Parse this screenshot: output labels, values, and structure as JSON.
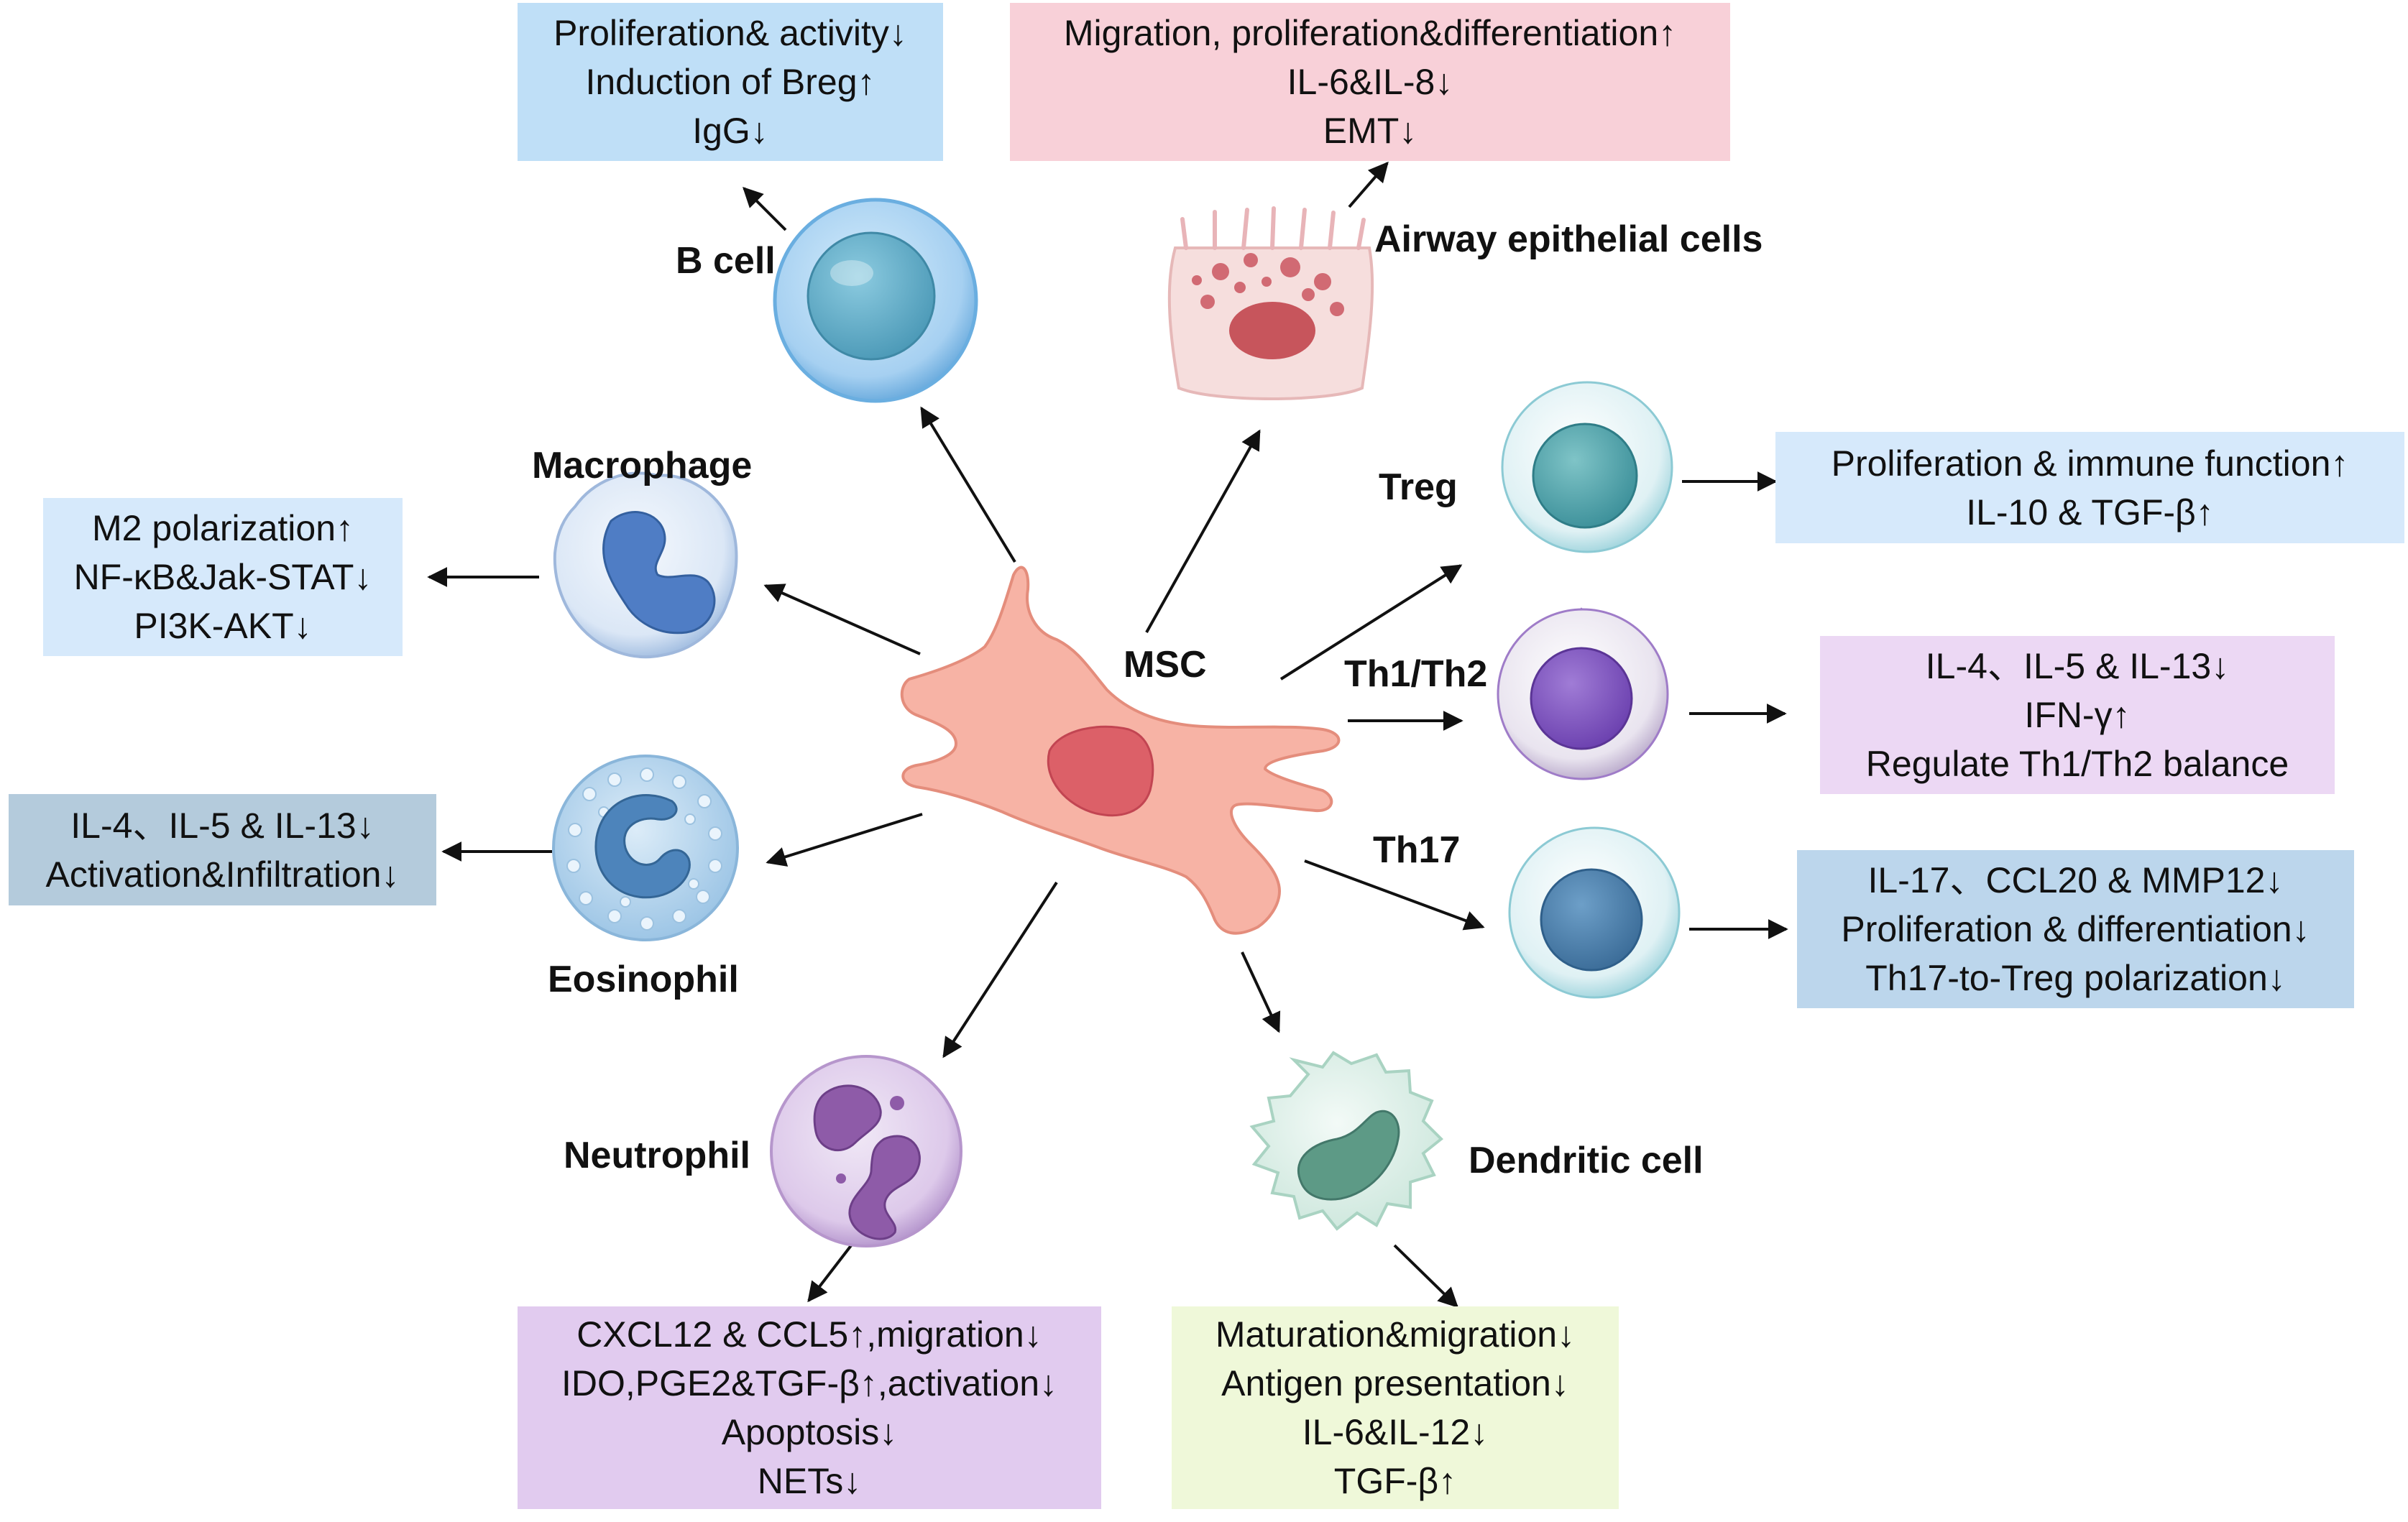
{
  "colors": {
    "blue_light": "#bfdff7",
    "pink": "#f8d0d8",
    "blue_pale": "#d6e9fb",
    "lavender": "#ecd8f4",
    "steel_blue": "#b4cbdc",
    "sky_blue": "#bcd6ec",
    "purple_light": "#e1cbef",
    "green_light": "#eff8d9"
  },
  "center": {
    "label": "MSC"
  },
  "cells": {
    "b_cell": "B cell",
    "airway": "Airway epithelial cells",
    "macrophage": "Macrophage",
    "treg": "Treg",
    "th1th2": "Th1/Th2",
    "th17": "Th17",
    "eosinophil": "Eosinophil",
    "neutrophil": "Neutrophil",
    "dendritic": "Dendritic cell"
  },
  "boxes": {
    "b_cell": [
      "Proliferation& activity↓",
      "Induction of Breg↑",
      "IgG↓"
    ],
    "airway": [
      "Migration, proliferation&differentiation↑",
      "IL-6&IL-8↓",
      "EMT↓"
    ],
    "macrophage": [
      "M2 polarization↑",
      "NF-κB&Jak-STAT↓",
      "PI3K-AKT↓"
    ],
    "treg": [
      "Proliferation & immune function↑",
      "IL-10 & TGF-β↑"
    ],
    "th1th2": [
      "IL-4、IL-5 & IL-13↓",
      "IFN-γ↑",
      "Regulate Th1/Th2 balance"
    ],
    "eosinophil": [
      "IL-4、IL-5 & IL-13↓",
      "Activation&Infiltration↓"
    ],
    "th17": [
      "IL-17、CCL20 & MMP12↓",
      "Proliferation & differentiation↓",
      "Th17-to-Treg polarization↓"
    ],
    "neutrophil": [
      "CXCL12 & CCL5↑,migration↓",
      "IDO,PGE2&TGF-β↑,activation↓",
      "Apoptosis↓",
      "NETs↓"
    ],
    "dendritic": [
      "Maturation&migration↓",
      "Antigen presentation↓",
      "IL-6&IL-12↓",
      "TGF-β↑"
    ]
  }
}
